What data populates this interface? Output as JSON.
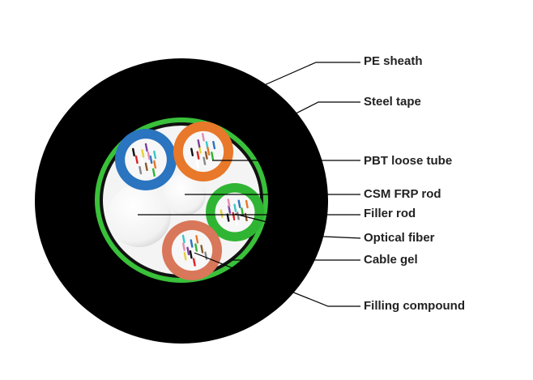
{
  "labels": {
    "pe_sheath": "PE sheath",
    "steel_tape": "Steel tape",
    "pbt_loose_tube": "PBT loose tube",
    "csm_frp_rod": "CSM FRP rod",
    "filler_rod": "Filler rod",
    "optical_fiber": "Optical fiber",
    "cable_gel": "Cable gel",
    "filling_compound": "Filling compound"
  },
  "colors": {
    "sheath": "#000000",
    "steel_tape": "#39c13a",
    "tube_blue": "#2a74c0",
    "tube_orange": "#e8782a",
    "tube_green": "#2fb533",
    "tube_salmon": "#d9775a",
    "filler": "#ffffff",
    "gel_inside": "#f4f4f4"
  },
  "loose_tubes": [
    {
      "name": "blue-loose-tube",
      "color": "#2a74c0"
    },
    {
      "name": "orange-loose-tube",
      "color": "#e8782a"
    },
    {
      "name": "green-loose-tube",
      "color": "#2fb533"
    },
    {
      "name": "salmon-loose-tube",
      "color": "#d9775a"
    }
  ]
}
